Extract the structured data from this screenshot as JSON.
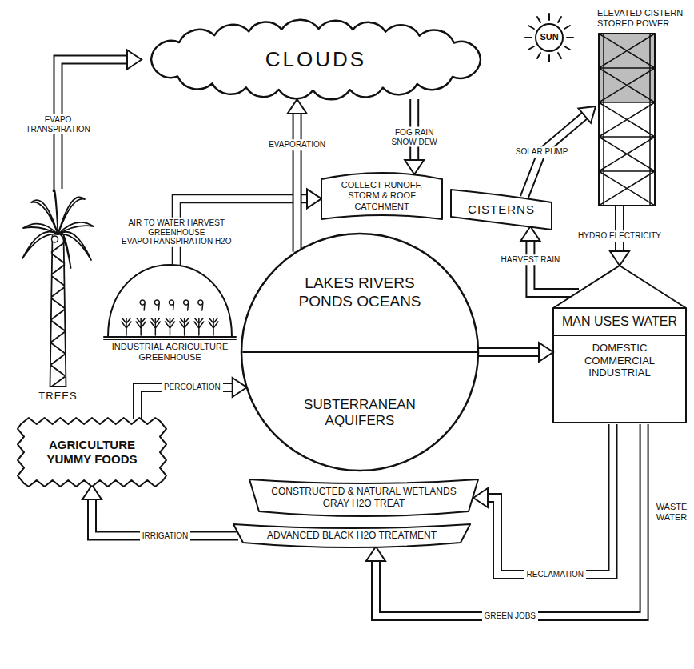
{
  "diagram": {
    "nodes": [
      {
        "text": [
          "CLOUDS"
        ]
      },
      {
        "text": [
          "SUN"
        ]
      },
      {
        "text": [
          "ELEVATED CISTERN STORED POWER"
        ]
      },
      {
        "text": [
          "TREES"
        ]
      },
      {
        "text": [
          "INDUSTRIAL AGRICULTURE GREENHOUSE"
        ]
      },
      {
        "text": [
          "LAKES RIVERS PONDS OCEANS",
          "SUBTERRANEAN AQUIFERS"
        ]
      },
      {
        "text": [
          "COLLECT RUNOFF, STORM & ROOF CATCHMENT"
        ]
      },
      {
        "text": [
          "CISTERNS"
        ]
      },
      {
        "text": [
          "MAN USES WATER",
          "DOMESTIC COMMERCIAL INDUSTRIAL"
        ]
      },
      {
        "text": [
          "CONSTRUCTED & NATURAL WETLANDS GRAY H2O TREAT"
        ]
      },
      {
        "text": [
          "ADVANCED BLACK H2O TREATMENT"
        ]
      },
      {
        "text": [
          "AGRICULTURE YUMMY FOODS"
        ]
      }
    ],
    "edges": [
      {
        "from": 3,
        "to": 0,
        "label": "EVAPO TRANSPIRATION",
        "arrow": "to"
      },
      {
        "from": 4,
        "to": 6,
        "label": "AIR TO WATER HARVEST GREENHOUSE EVAPOTRANSPIRATION H2O",
        "arrow": "to"
      },
      {
        "from": 5,
        "to": 0,
        "label": "EVAPORATION",
        "arrow": "to"
      },
      {
        "from": 0,
        "to": 6,
        "label": "FOG RAIN SNOW DEW",
        "arrow": "to"
      },
      {
        "from": 7,
        "to": 2,
        "label": "SOLAR PUMP",
        "arrow": "to"
      },
      {
        "from": 8,
        "to": 7,
        "label": "HARVEST RAIN",
        "arrow": "to"
      },
      {
        "from": 2,
        "to": 8,
        "label": "HYDRO ELECTRICITY",
        "arrow": "to"
      },
      {
        "from": 5,
        "to": 8,
        "arrow": "to"
      },
      {
        "from": 11,
        "to": 5,
        "label": "PERCOLATION",
        "arrow": "to"
      },
      {
        "from": 10,
        "to": 11,
        "label": "IRRIGATION",
        "arrow": "to"
      },
      {
        "from": 8,
        "to": 9,
        "label": "RECLAMATION",
        "arrow": "to"
      },
      {
        "from": 8,
        "to": 10,
        "label": "GREEN JOBS",
        "arrow": "to"
      }
    ],
    "labels": [
      "WASTE WATER"
    ]
  }
}
